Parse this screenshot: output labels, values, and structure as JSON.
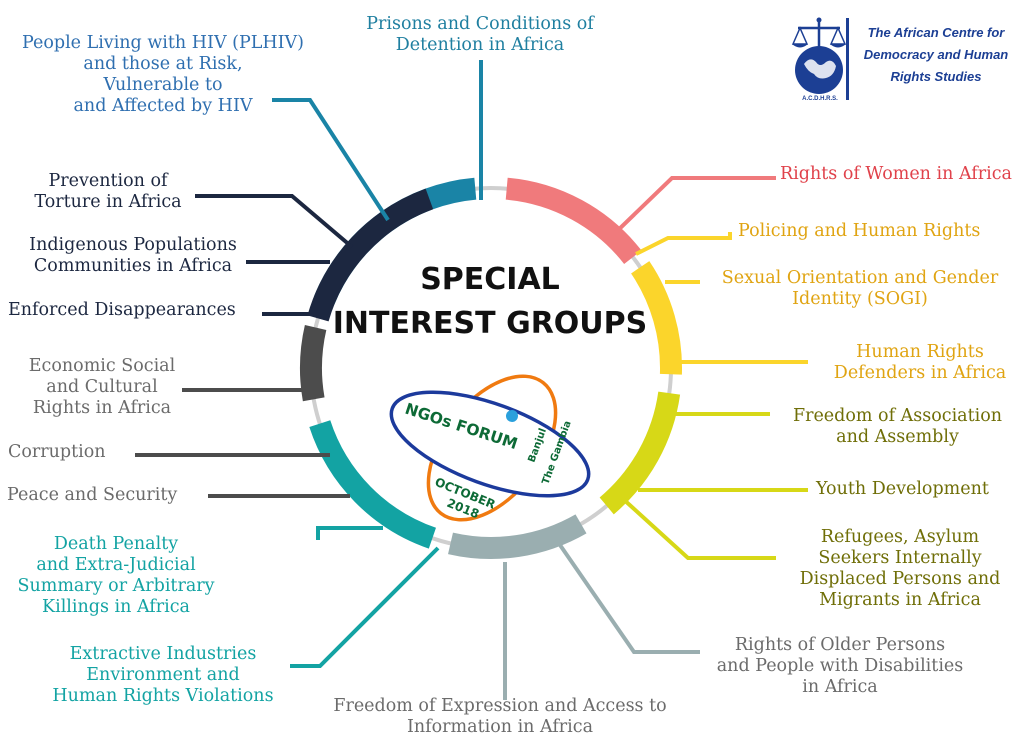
{
  "center": {
    "title": "SPECIAL\nINTEREST GROUPS"
  },
  "logo": {
    "text": "The African Centre for\nDemocracy and Human\nRights Studies",
    "abbrev": "A.C.D.H.R.S."
  },
  "forum": {
    "name": "NGOs FORUM",
    "location": "Banjul\nThe Gambia",
    "date": "OCTOBER\n2018"
  },
  "groups": [
    {
      "id": "prisons",
      "label": "Prisons and Conditions of\nDetention in Africa",
      "color": "#1f7fa0"
    },
    {
      "id": "women",
      "label": "Rights of Women in Africa",
      "color": "#e0424b"
    },
    {
      "id": "policing",
      "label": "Policing and Human Rights",
      "color": "#e0a412"
    },
    {
      "id": "sogi",
      "label": "Sexual Orientation and Gender\nIdentity (SOGI)",
      "color": "#e0a412"
    },
    {
      "id": "hrd",
      "label": "Human Rights\nDefenders in Africa",
      "color": "#e0a412"
    },
    {
      "id": "association",
      "label": "Freedom of Association\nand Assembly",
      "color": "#6f6e07"
    },
    {
      "id": "youth",
      "label": "Youth Development",
      "color": "#6f6e07"
    },
    {
      "id": "refugees",
      "label": "Refugees, Asylum\nSeekers Internally\nDisplaced Persons and\nMigrants in Africa",
      "color": "#6f6e07"
    },
    {
      "id": "older",
      "label": "Rights of Older Persons\nand People with Disabilities\nin Africa",
      "color": "#6b6b6b"
    },
    {
      "id": "expression",
      "label": "Freedom of Expression and Access to\nInformation in Africa",
      "color": "#6b6b6b"
    },
    {
      "id": "extractive",
      "label": "Extractive Industries\nEnvironment and\nHuman Rights Violations",
      "color": "#13a3a3"
    },
    {
      "id": "death",
      "label": "Death Penalty\nand Extra-Judicial\nSummary or Arbitrary\nKillings in Africa",
      "color": "#13a3a3"
    },
    {
      "id": "peace",
      "label": "Peace and Security",
      "color": "#6b6b6b"
    },
    {
      "id": "corruption",
      "label": "Corruption",
      "color": "#6b6b6b"
    },
    {
      "id": "economic",
      "label": "Economic Social\nand Cultural\nRights in Africa",
      "color": "#6b6b6b"
    },
    {
      "id": "disappearances",
      "label": "Enforced Disappearances",
      "color": "#1c2740"
    },
    {
      "id": "indigenous",
      "label": "Indigenous Populations\nCommunities in Africa",
      "color": "#1c2740"
    },
    {
      "id": "torture",
      "label": "Prevention of\nTorture in Africa",
      "color": "#1c2740"
    },
    {
      "id": "plhiv",
      "label": "People Living with HIV (PLHIV)\nand those at Risk,\nVulnerable to\nand Affected by HIV",
      "color": "#2f6fb0"
    }
  ],
  "segments": [
    {
      "name": "teal-blue",
      "color": "#1a84a6"
    },
    {
      "name": "pink",
      "color": "#f07a7c"
    },
    {
      "name": "yellow",
      "color": "#fbd52b"
    },
    {
      "name": "olive",
      "color": "#d7d817"
    },
    {
      "name": "gray-blue",
      "color": "#9aaeb0"
    },
    {
      "name": "teal",
      "color": "#13a3a3"
    },
    {
      "name": "dark-gray",
      "color": "#4c4c4c"
    },
    {
      "name": "navy",
      "color": "#1c2740"
    }
  ]
}
